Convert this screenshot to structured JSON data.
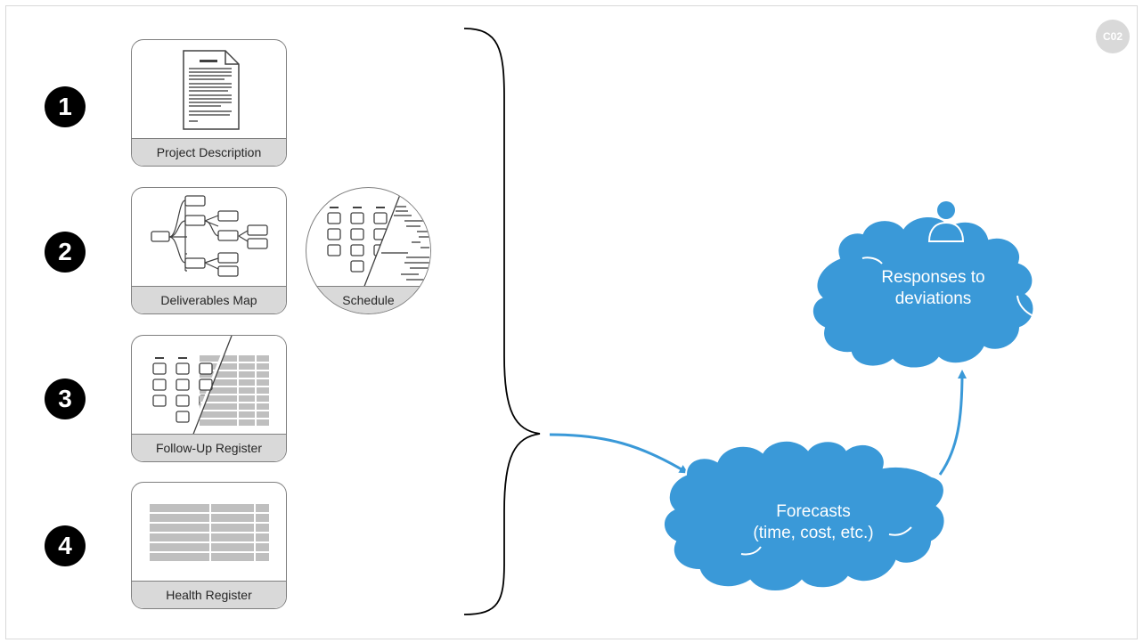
{
  "corner_badge": "C02",
  "steps": [
    {
      "number": "1",
      "cards": [
        {
          "label": "Project Description",
          "icon": "document-icon"
        }
      ]
    },
    {
      "number": "2",
      "cards": [
        {
          "label": "Deliverables Map",
          "icon": "tree-map-icon"
        },
        {
          "label": "Schedule",
          "icon": "gantt-icon"
        }
      ]
    },
    {
      "number": "3",
      "cards": [
        {
          "label": "Follow-Up Register",
          "icon": "register-icon"
        }
      ]
    },
    {
      "number": "4",
      "cards": [
        {
          "label": "Health Register",
          "icon": "table-icon"
        }
      ]
    }
  ],
  "forecasts": {
    "line1": "Forecasts",
    "line2": "(time, cost, etc.)"
  },
  "responses": {
    "line1": "Responses to",
    "line2": "deviations",
    "icon": "person-icon"
  },
  "colors": {
    "cloud": "#3a99d8",
    "arrow": "#3a99d8",
    "caption_bg": "#d9d9d9",
    "number_circle": "#000000"
  }
}
